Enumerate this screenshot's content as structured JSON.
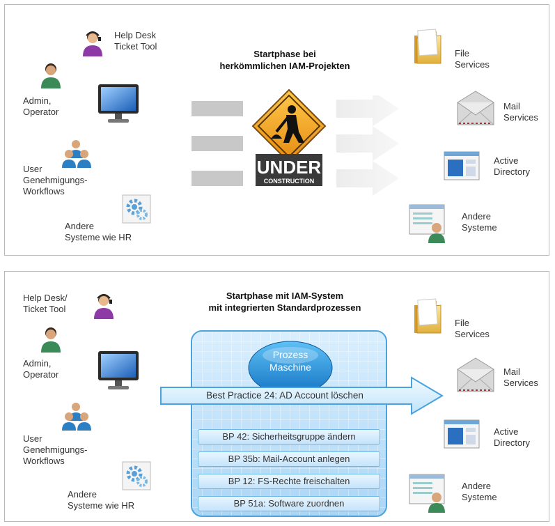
{
  "top_panel": {
    "title_line1": "Startphase bei",
    "title_line2": "herkömmlichen IAM-Projekten",
    "sources": {
      "helpdesk_line1": "Help Desk",
      "helpdesk_line2": "Ticket Tool",
      "admin_line1": "Admin,",
      "admin_line2": "Operator",
      "user_line1": "User",
      "user_line2": "Genehmigungs-",
      "user_line3": "Workflows",
      "hr_line1": "Andere",
      "hr_line2": "Systeme wie HR"
    },
    "sign_line1": "UNDER",
    "sign_line2": "CONSTRUCTION",
    "targets": {
      "file_line1": "File",
      "file_line2": "Services",
      "mail_line1": "Mail",
      "mail_line2": "Services",
      "ad_line1": "Active",
      "ad_line2": "Directory",
      "other_line1": "Andere",
      "other_line2": "Systeme"
    }
  },
  "bottom_panel": {
    "title_line1": "Startphase mit IAM-System",
    "title_line2": "mit integrierten Standardprozessen",
    "sources": {
      "helpdesk_line1": "Help Desk/",
      "helpdesk_line2": "Ticket Tool",
      "admin_line1": "Admin,",
      "admin_line2": "Operator",
      "user_line1": "User",
      "user_line2": "Genehmigungs-",
      "user_line3": "Workflows",
      "hr_line1": "Andere",
      "hr_line2": "Systeme wie HR"
    },
    "machine_line1": "Prozess",
    "machine_line2": "Maschine",
    "arrow_label": "Best Practice 24: AD Account löschen",
    "processes": [
      "BP 42: Sicherheitsgruppe ändern",
      "BP 35b: Mail-Account anlegen",
      "BP 12: FS-Rechte freischalten",
      "BP 51a: Software zuordnen"
    ],
    "targets": {
      "file_line1": "File",
      "file_line2": "Services",
      "mail_line1": "Mail",
      "mail_line2": "Services",
      "ad_line1": "Active",
      "ad_line2": "Directory",
      "other_line1": "Andere",
      "other_line2": "Systeme"
    }
  },
  "colors": {
    "accent_blue": "#4aa3dd",
    "sign_orange": "#f5a623",
    "grey_bar": "#c8c8c8"
  }
}
